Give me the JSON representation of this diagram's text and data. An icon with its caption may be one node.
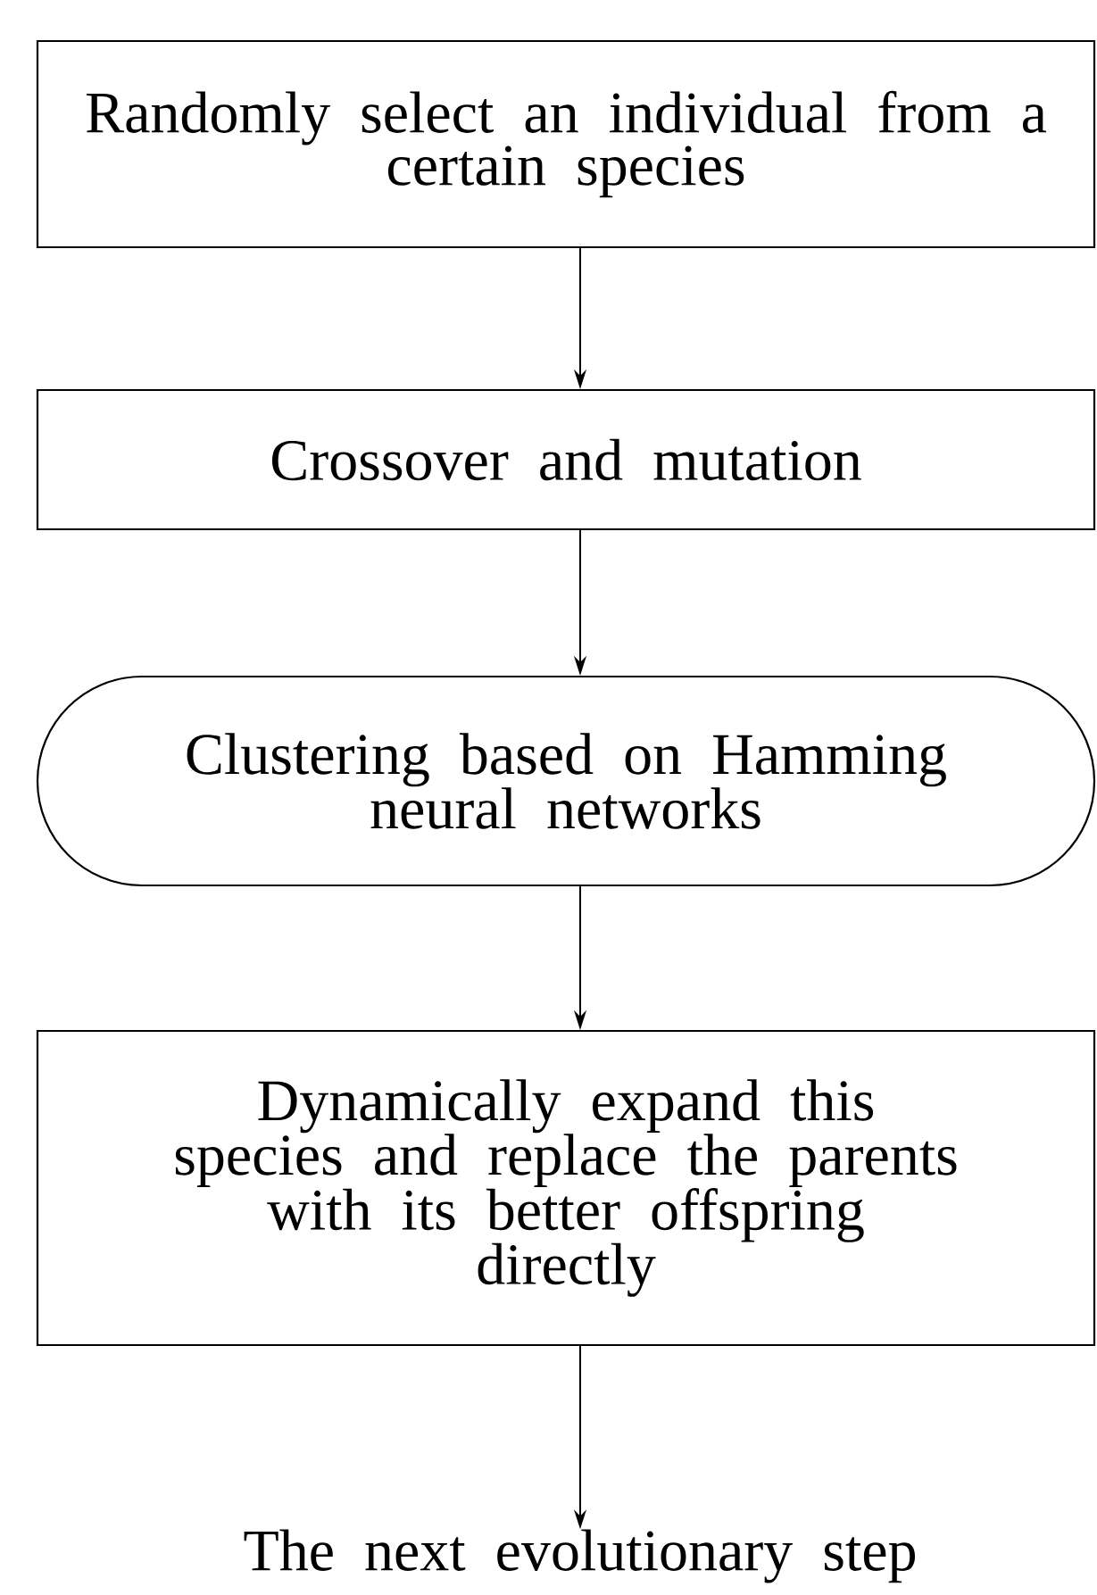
{
  "diagram": {
    "nodes": [
      {
        "text": [
          "Randomly select an individual from a certain species"
        ]
      },
      {
        "text": [
          "Crossover and mutation"
        ]
      },
      {
        "text": [
          "Clustering based on Hamming neural networks"
        ]
      },
      {
        "text": [
          "Dynamically expand this species and replace the parents with its better offspring directly"
        ]
      },
      {
        "text": [
          "The next evolutionary step"
        ]
      }
    ],
    "edges": [
      {
        "from": 0,
        "to": 1,
        "arrow": "to"
      },
      {
        "from": 1,
        "to": 2,
        "arrow": "to"
      },
      {
        "from": 2,
        "to": 3,
        "arrow": "to"
      },
      {
        "from": 3,
        "to": 4,
        "arrow": "to"
      }
    ]
  }
}
